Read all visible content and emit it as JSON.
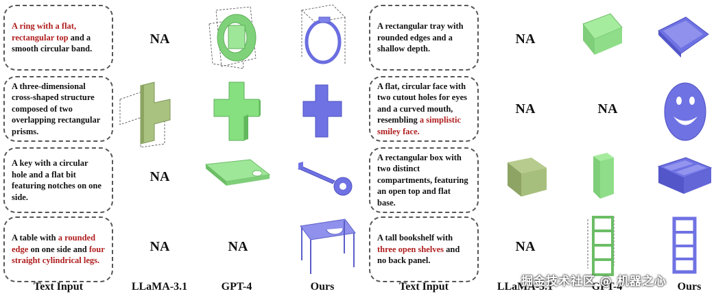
{
  "prompts_left": [
    {
      "parts": [
        {
          "t": "A ring with a flat, rectangular top",
          "hl": true
        },
        {
          "t": " and a smooth circular band.",
          "hl": false
        }
      ]
    },
    {
      "parts": [
        {
          "t": "A three-dimensional cross-shaped structure composed of two overlapping rectangular prisms.",
          "hl": false
        }
      ]
    },
    {
      "parts": [
        {
          "t": "A key with a circular hole and a flat bit featuring notches on one side.",
          "hl": false
        }
      ]
    },
    {
      "parts": [
        {
          "t": "A table with ",
          "hl": false
        },
        {
          "t": "a rounded edge",
          "hl": true
        },
        {
          "t": " on one side and ",
          "hl": false
        },
        {
          "t": "four straight cylindrical legs.",
          "hl": true
        }
      ]
    }
  ],
  "prompts_right": [
    {
      "parts": [
        {
          "t": "A rectangular tray with rounded edges and a shallow depth.",
          "hl": false
        }
      ]
    },
    {
      "parts": [
        {
          "t": "A flat, circular face with two cutout holes for eyes and a curved mouth, resembling ",
          "hl": false
        },
        {
          "t": "a simplistic smiley face.",
          "hl": true
        }
      ]
    },
    {
      "parts": [
        {
          "t": "A rectangular box with two distinct compartments, featuring an open top and flat base.",
          "hl": false
        }
      ]
    },
    {
      "parts": [
        {
          "t": "A tall bookshelf with ",
          "hl": false
        },
        {
          "t": "three open shelves",
          "hl": true
        },
        {
          "t": " and no back panel.",
          "hl": false
        }
      ]
    }
  ],
  "na_text": "NA",
  "column_labels": {
    "text_input_left": "Text Input",
    "llama_left": "LLaMA-3.1",
    "gpt4_left": "GPT-4",
    "ours_left": "Ours",
    "text_input_right": "Text Input",
    "llama_right": "LLaMA-3.1",
    "gpt4_right": "GPT-4",
    "ours_right": "Ours"
  },
  "watermark": "掘金技术社区 @ 机器之心",
  "colors": {
    "highlight": "#b01e1e",
    "gpt4_shape": "#8fd98a",
    "ours_shape": "#6f6fe0",
    "llama_shape": "#a7c27f"
  }
}
